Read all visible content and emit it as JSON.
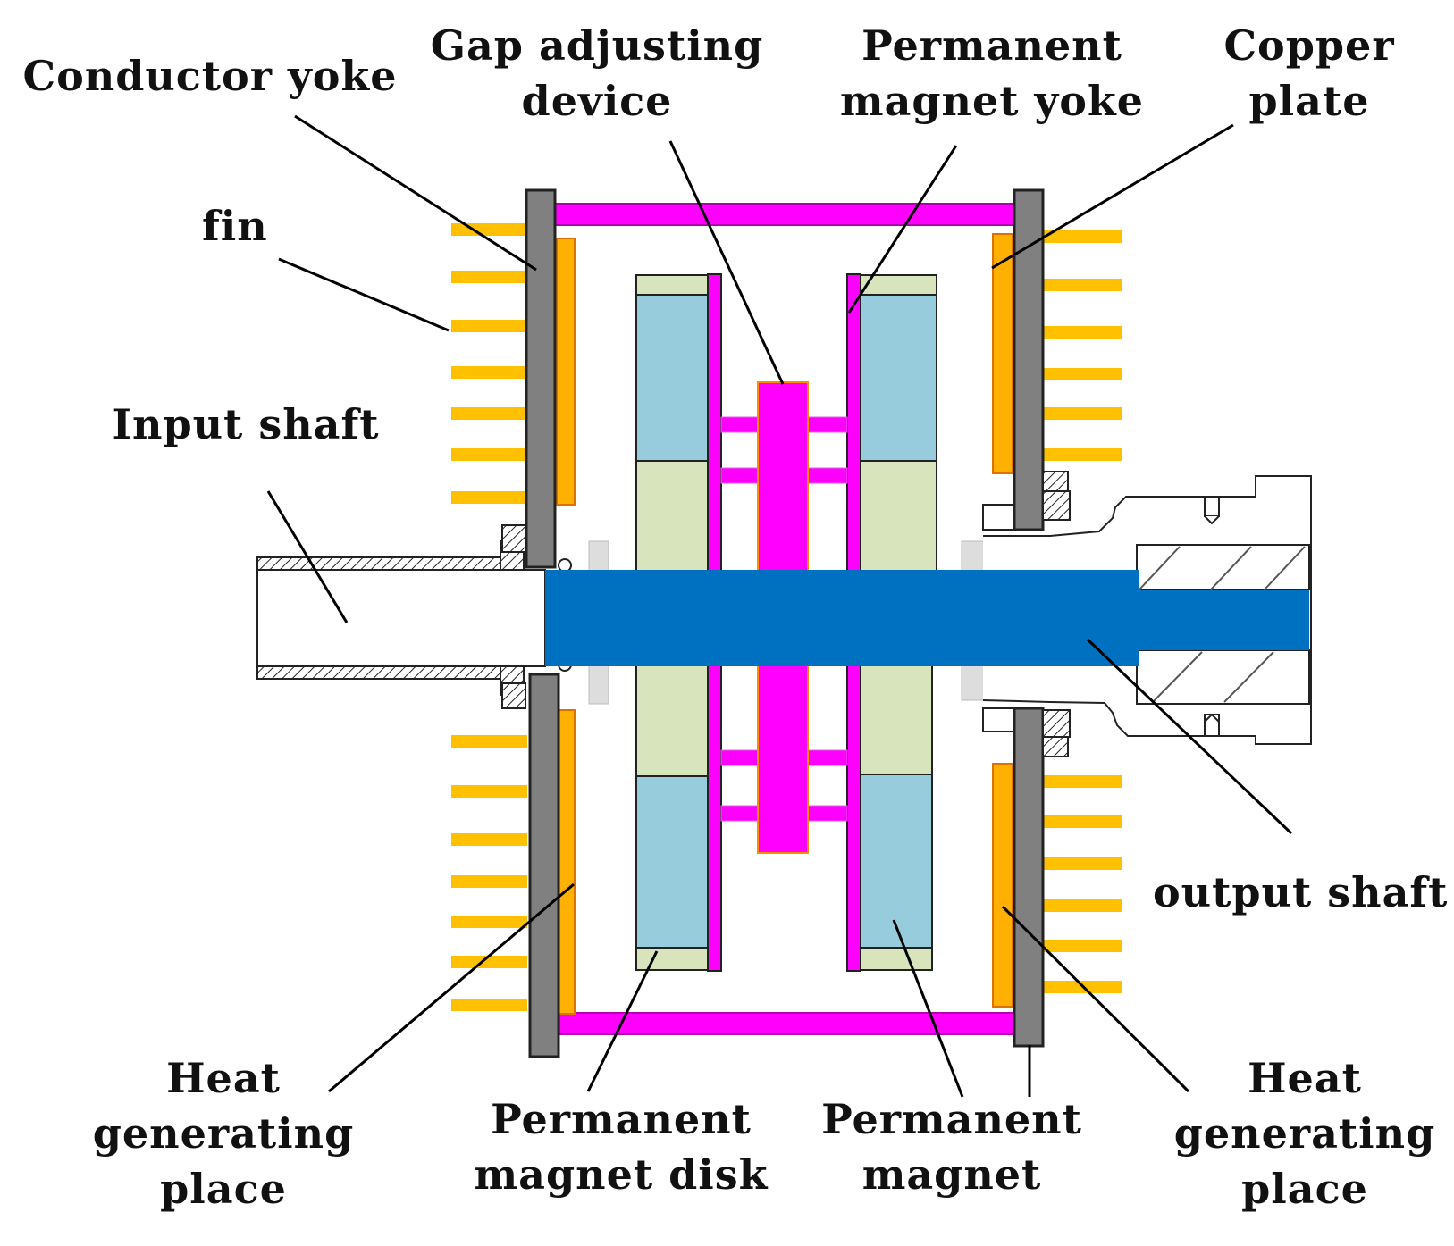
{
  "labels": {
    "conductor_yoke": "Conductor yoke",
    "gap_adjusting_device": [
      "Gap adjusting",
      "device"
    ],
    "permanent_magnet_yoke": [
      "Permanent",
      "magnet yoke"
    ],
    "copper_plate": [
      "Copper",
      "plate"
    ],
    "fin": "fin",
    "input_shaft": "Input shaft",
    "output_shaft": "output shaft",
    "heat_generating_place_left": [
      "Heat",
      "generating",
      "place"
    ],
    "permanent_magnet_disk": [
      "Permanent",
      "magnet disk"
    ],
    "permanent_magnet": [
      "Permanent",
      "magnet"
    ],
    "heat_generating_place_right": [
      "Heat",
      "generating",
      "place"
    ]
  },
  "colors": {
    "fin": "#ffc000",
    "copper_plate": "#ffb000",
    "conductor_yoke": "#808080",
    "magnet_yoke": "#ff00ff",
    "permanent_magnet": "#96ccdc",
    "magnet_disk": "#d8e4bc",
    "shaft": "#0070c0"
  }
}
